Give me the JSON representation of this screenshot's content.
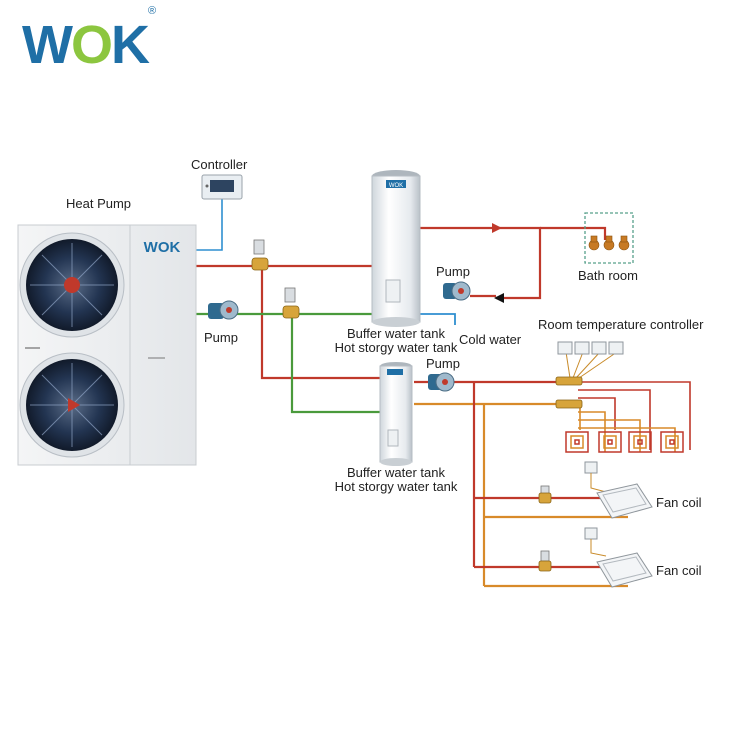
{
  "brand": {
    "logo_text_left": "W",
    "logo_text_mid": "O",
    "logo_text_right": "K",
    "registered": "®",
    "unit_badge": "WOK",
    "tank_badge": "WOK"
  },
  "labels": {
    "controller": "Controller",
    "heat_pump": "Heat Pump",
    "pump_left": "Pump",
    "pump_top": "Pump",
    "pump_mid": "Pump",
    "bath_room": "Bath room",
    "cold_water": "Cold water",
    "room_temp_controller": "Room temperature controller",
    "tank1_line1": "Buffer water tank",
    "tank1_line2": "Hot storgy water tank",
    "tank2_line1": "Buffer water tank",
    "tank2_line2": "Hot storgy water tank",
    "fan_coil_1": "Fan coil",
    "fan_coil_2": "Fan coil"
  },
  "colors": {
    "hot_pipe": "#c0392b",
    "return_pipe": "#4a9a3c",
    "cold_pipe": "#2f8fd0",
    "floor_pipe": "#d88a2a",
    "brand_blue": "#1f6fa6",
    "brand_green": "#8cc63f"
  }
}
